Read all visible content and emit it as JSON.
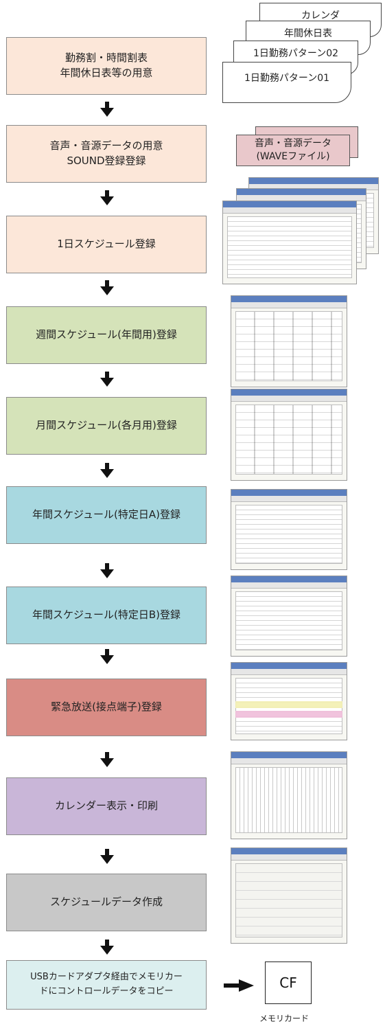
{
  "steps": [
    {
      "label": "勤務割・時間割表\n年間休日表等の用意",
      "color": "#fce7d9"
    },
    {
      "label": "音声・音源データの用意\nSOUND登録登録",
      "color": "#fce7d9"
    },
    {
      "label": "1日スケジュール登録",
      "color": "#fce7d9"
    },
    {
      "label": "週間スケジュール(年間用)登録",
      "color": "#d5e3b9"
    },
    {
      "label": "月間スケジュール(各月用)登録",
      "color": "#d5e3b9"
    },
    {
      "label": "年間スケジュール(特定日A)登録",
      "color": "#a8d8e0"
    },
    {
      "label": "年間スケジュール(特定日B)登録",
      "color": "#a8d8e0"
    },
    {
      "label": "緊急放送(接点端子)登録",
      "color": "#d98c85"
    },
    {
      "label": "カレンダー表示・印刷",
      "color": "#c9b6d8"
    },
    {
      "label": "スケジュールデータ作成",
      "color": "#c8c8c8"
    },
    {
      "label": "USBカードアダプタ経由でメモリカー\nドにコントロールデータをコピー",
      "color": "#dcefef"
    }
  ],
  "documents": [
    "カレンダ",
    "年間休日表",
    "1日勤務パターン02",
    "1日勤務パターン01"
  ],
  "sound_box": {
    "line1": "音声・音源データ",
    "line2": "(WAVEファイル)"
  },
  "cf_card": {
    "label": "CF",
    "caption": "メモリカード"
  }
}
